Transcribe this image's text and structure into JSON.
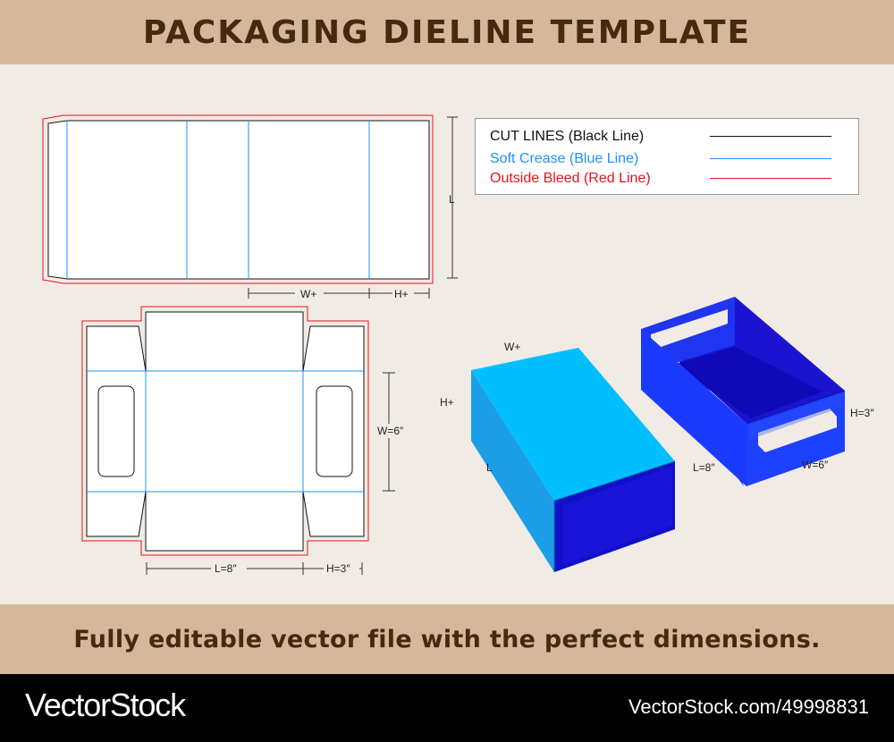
{
  "header": {
    "title": "PACKAGING DIELINE TEMPLATE"
  },
  "legend": {
    "cut": {
      "label": "CUT LINES (Black Line)",
      "color": "#111111"
    },
    "crease": {
      "label": "Soft Crease (Blue Line)",
      "color": "#1e90ff"
    },
    "bleed": {
      "label": "Outside Bleed (Red Line)",
      "color": "#e8121e"
    }
  },
  "sleeve": {
    "length": "L",
    "width": "W+",
    "height": "H+"
  },
  "tray": {
    "width": "W=6″",
    "length": "L=8″",
    "height": "H=3″"
  },
  "box3d": {
    "sleeve": {
      "width": "W+",
      "height": "H+",
      "length": "L"
    },
    "tray": {
      "height": "H=3″",
      "length": "L=8″",
      "width": "W=6″"
    }
  },
  "tagline": "Fully editable vector file with the perfect dimensions.",
  "footer": {
    "brand": "VectorStock",
    "image_id": "VectorStock.com/49998831"
  },
  "colors": {
    "band": "#d3b89d",
    "band_text": "#4a2810",
    "box_light": "#00bfff",
    "box_dark": "#1010c8"
  }
}
